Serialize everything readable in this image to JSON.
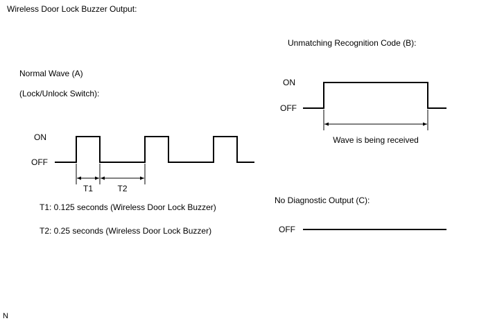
{
  "title": "Wireless Door Lock Buzzer Output:",
  "normal_wave": {
    "heading": "Normal Wave (A)",
    "subheading": "(Lock/Unlock Switch):",
    "on_label": "ON",
    "off_label": "OFF",
    "t1_label": "T1",
    "t2_label": "T2",
    "note_t1": "T1: 0.125 seconds (Wireless Door Lock Buzzer)",
    "note_t2": "T2: 0.25 seconds (Wireless Door Lock Buzzer)"
  },
  "unmatching": {
    "heading": "Unmatching Recognition Code (B):",
    "on_label": "ON",
    "off_label": "OFF",
    "span_label": "Wave is being received"
  },
  "no_output": {
    "heading": "No Diagnostic Output (C):",
    "off_label": "OFF"
  },
  "corner_mark": "N",
  "colors": {
    "line": "#000000",
    "background": "#ffffff"
  }
}
